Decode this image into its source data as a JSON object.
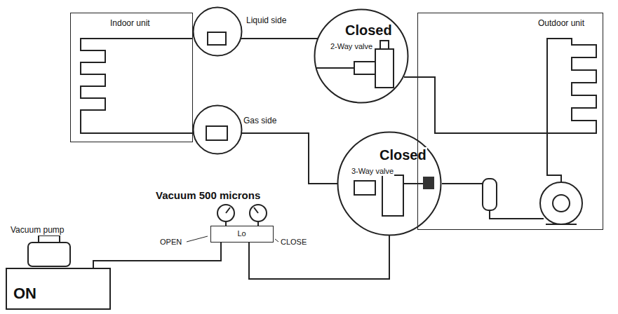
{
  "diagram": {
    "nodes": [
      {
        "text": [
          "Indoor unit"
        ]
      },
      {
        "text": [
          "Liquid side"
        ]
      },
      {
        "text": [
          "Closed",
          "2-Way valve"
        ]
      },
      {
        "text": [
          "Gas side"
        ]
      },
      {
        "text": [
          "Closed",
          "3-Way valve"
        ]
      },
      {
        "text": [
          "Outdoor unit"
        ]
      },
      {
        "text": [
          "Lo"
        ]
      },
      {
        "text": [
          "Vacuum pump",
          "ON"
        ]
      }
    ],
    "edges": [
      {
        "from": 1,
        "to": 2,
        "arrow": "none"
      },
      {
        "from": 3,
        "to": 4,
        "arrow": "none"
      },
      {
        "from": 7,
        "to": 6,
        "arrow": "none"
      },
      {
        "from": 6,
        "to": 4,
        "arrow": "none"
      }
    ],
    "labels": [
      "Vacuum 500 microns",
      "OPEN",
      "CLOSE"
    ]
  }
}
